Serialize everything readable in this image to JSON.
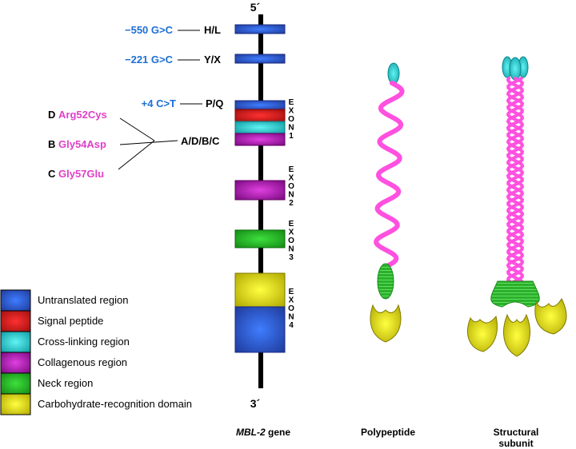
{
  "strand": {
    "top": "5´",
    "bottom": "3´"
  },
  "promoter": [
    {
      "variant": "−550 G>C",
      "haplotype": "H/L"
    },
    {
      "variant": "−221 G>C",
      "haplotype": "Y/X"
    },
    {
      "variant": "+4 C>T",
      "haplotype": "P/Q"
    }
  ],
  "exon1_variants": {
    "haplotype": "A/D/B/C",
    "alleles": [
      {
        "letter": "D",
        "mutation": "Arg52Cys"
      },
      {
        "letter": "B",
        "mutation": "Gly54Asp"
      },
      {
        "letter": "C",
        "mutation": "Gly57Glu"
      }
    ]
  },
  "exons": [
    "EXON1",
    "EXON2",
    "EXON3",
    "EXON4"
  ],
  "legend": [
    {
      "label": "Untranslated region",
      "color": "#2d4fbf"
    },
    {
      "label": "Signal peptide",
      "color": "#d42020"
    },
    {
      "label": "Cross-linking region",
      "color": "#22c8cc"
    },
    {
      "label": "Collagenous region",
      "color": "#b020b0"
    },
    {
      "label": "Neck region",
      "color": "#2cb02c"
    },
    {
      "label": "Carbohydrate-recognition domain",
      "color": "#dcd400"
    }
  ],
  "captions": {
    "gene_italic": "MBL-2",
    "gene_rest": " gene",
    "polypeptide": "Polypeptide",
    "subunit_line1": "Structural",
    "subunit_line2": "subunit"
  },
  "colors": {
    "variant_blue": "#1e6fd6",
    "mutation_pink": "#e040c8",
    "collagen_pink": "#ff50e0"
  }
}
